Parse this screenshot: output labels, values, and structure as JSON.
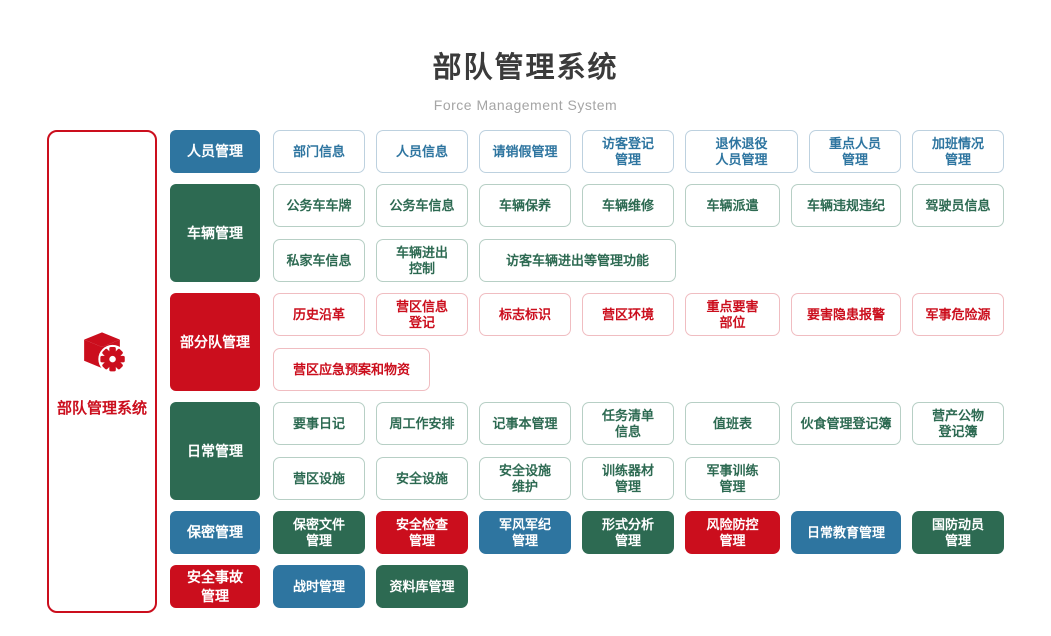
{
  "title": "部队管理系统",
  "subtitle": "Force Management System",
  "palette": {
    "blue": "#2e75a0",
    "green": "#2d6a52",
    "red": "#cb0e1d"
  },
  "root": {
    "label": "部队管理系统",
    "icon": "cube-gear-icon"
  },
  "sections": [
    {
      "label": "人员管理",
      "color": "blue",
      "items": [
        {
          "label": "部门信息"
        },
        {
          "label": "人员信息"
        },
        {
          "label": "请销假管理"
        },
        {
          "label": "访客登记\n管理"
        },
        {
          "label": "退休退役\n人员管理"
        },
        {
          "label": "重点人员\n管理"
        },
        {
          "label": "加班情况\n管理"
        }
      ]
    },
    {
      "label": "车辆管理",
      "color": "green",
      "items": [
        {
          "label": "公务车车牌"
        },
        {
          "label": "公务车信息"
        },
        {
          "label": "车辆保养"
        },
        {
          "label": "车辆维修"
        },
        {
          "label": "车辆派遣"
        },
        {
          "label": "车辆违规违纪"
        },
        {
          "label": "驾驶员信息"
        },
        {
          "label": "私家车信息"
        },
        {
          "label": "车辆进出\n控制"
        },
        {
          "label": "访客车辆进出等管理功能"
        }
      ]
    },
    {
      "label": "部分队管理",
      "color": "red",
      "items": [
        {
          "label": "历史沿革"
        },
        {
          "label": "营区信息\n登记"
        },
        {
          "label": "标志标识"
        },
        {
          "label": "营区环境"
        },
        {
          "label": "重点要害\n部位"
        },
        {
          "label": "要害隐患报警"
        },
        {
          "label": "军事危险源"
        },
        {
          "label": "营区应急预案和物资"
        }
      ]
    },
    {
      "label": "日常管理",
      "color": "green",
      "items": [
        {
          "label": "要事日记"
        },
        {
          "label": "周工作安排"
        },
        {
          "label": "记事本管理"
        },
        {
          "label": "任务清单\n信息"
        },
        {
          "label": "值班表"
        },
        {
          "label": "伙食管理登记簿"
        },
        {
          "label": "营产公物\n登记簿"
        },
        {
          "label": "营区设施"
        },
        {
          "label": "安全设施"
        },
        {
          "label": "安全设施\n维护"
        },
        {
          "label": "训练器材\n管理"
        },
        {
          "label": "军事训练\n管理"
        }
      ]
    },
    {
      "label": "保密管理",
      "color": "blue",
      "items": [
        {
          "label": "保密文件\n管理",
          "color": "green"
        },
        {
          "label": "安全检查\n管理",
          "color": "red"
        },
        {
          "label": "军风军纪\n管理",
          "color": "blue"
        },
        {
          "label": "形式分析\n管理",
          "color": "green"
        },
        {
          "label": "风险防控\n管理",
          "color": "red"
        },
        {
          "label": "日常教育管理",
          "color": "blue"
        },
        {
          "label": "国防动员\n管理",
          "color": "green"
        }
      ]
    },
    {
      "label": "安全事故\n管理",
      "color": "red",
      "items": [
        {
          "label": "战时管理",
          "color": "blue"
        },
        {
          "label": "资料库管理",
          "color": "green"
        }
      ]
    }
  ]
}
